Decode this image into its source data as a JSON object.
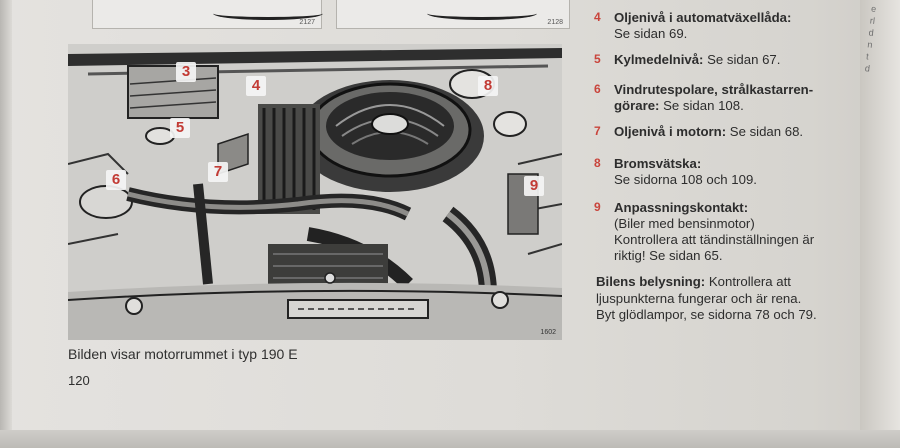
{
  "top_figures": [
    {
      "code": "2127"
    },
    {
      "code": "2128"
    }
  ],
  "figure": {
    "code": "1602",
    "callouts": [
      "3",
      "4",
      "5",
      "6",
      "7",
      "8",
      "9"
    ]
  },
  "caption": "Bilden visar motorrummet i typ 190 E",
  "page_number": "120",
  "items": [
    {
      "num": "4",
      "title": "Oljenivå i automatväxellåda:",
      "lines": [
        "Se sidan 69."
      ]
    },
    {
      "num": "5",
      "title": "Kylmedelnivå:",
      "lines": [
        "Se sidan 67."
      ]
    },
    {
      "num": "6",
      "title": "Vindrutespolare, strålkastarren-",
      "title2": "görare:",
      "lines": [
        "Se sidan 108."
      ]
    },
    {
      "num": "7",
      "title": "Oljenivå i motorn:",
      "lines": [
        "Se sidan 68."
      ]
    },
    {
      "num": "8",
      "title": "Bromsvätska:",
      "lines": [
        "Se sidorna 108 och 109."
      ]
    },
    {
      "num": "9",
      "title": "Anpassningskontakt:",
      "lines": [
        "(Biler med bensinmotor)",
        "Kontrollera att tändinställningen är",
        "riktig! Se sidan 65."
      ]
    }
  ],
  "summary": {
    "title": "Bilens belysning:",
    "line1": "Kontrollera att",
    "line2": "ljuspunkterna fungerar och är rena.",
    "line3": "Byt glödlampor, se sidorna 78 och 79."
  },
  "right_page_text": "e\nrl\nd\nn\nt\nd"
}
